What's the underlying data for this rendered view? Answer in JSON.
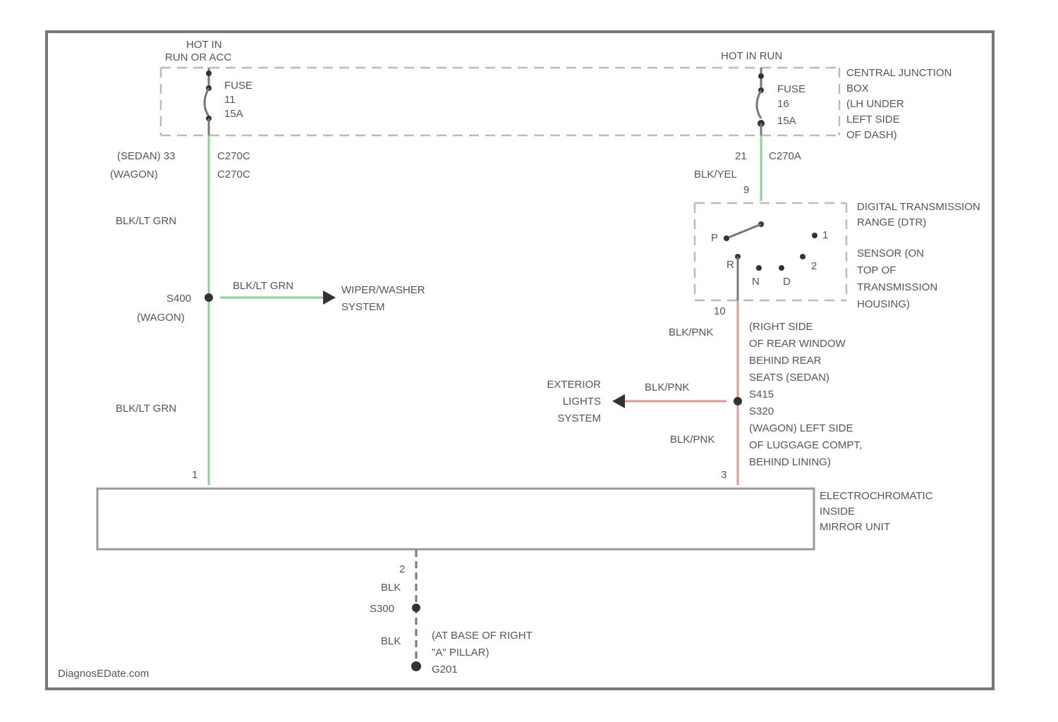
{
  "source_a": {
    "hot_line1": "HOT IN",
    "hot_line2": "RUN OR ACC",
    "fuse_label": "FUSE",
    "fuse_num": "11",
    "fuse_amps": "15A"
  },
  "source_b": {
    "hot_label": "HOT IN RUN",
    "fuse_label": "FUSE",
    "fuse_num": "16",
    "fuse_amps": "15A"
  },
  "junction_box": {
    "line1": "CENTRAL JUNCTION",
    "line2": "BOX",
    "line3": "(LH UNDER",
    "line4": "LEFT SIDE",
    "line5": "OF DASH)"
  },
  "left_branch": {
    "conn_sedan": "(SEDAN) 33",
    "conn_wagon": "(WAGON)",
    "conn_c270c_1": "C270C",
    "conn_c270c_2": "C270C",
    "wire1": "BLK/LT GRN",
    "splice": "S400",
    "splice_note": "(WAGON)",
    "branch_wire": "BLK/LT GRN",
    "branch_target1": "WIPER/WASHER",
    "branch_target2": "SYSTEM",
    "wire2": "BLK/LT GRN",
    "pin": "1"
  },
  "right_branch": {
    "conn_pin": "21",
    "conn_name": "C270A",
    "wire_top": "BLK/YEL",
    "wire_top_pin": "9",
    "sensor1": "DIGITAL TRANSMISSION",
    "sensor2": "RANGE (DTR)",
    "sensor3": "SENSOR (ON",
    "sensor4": "TOP OF",
    "sensor5": "TRANSMISSION",
    "sensor6": "HOUSING)",
    "sw_r": "R",
    "sw_p": "P",
    "sw_n": "N",
    "sw_d": "D",
    "sw_1": "1",
    "sw_2": "2",
    "wire_mid": "BLK/PNK",
    "wire_mid_pin": "10",
    "splice_loc1": "(RIGHT SIDE",
    "splice_loc2": "OF REAR WINDOW",
    "splice_loc3": "BEHIND REAR",
    "splice_loc4": "SEATS (SEDAN)",
    "splice_loc5": "S415",
    "splice_loc6": "S320",
    "splice_loc7": "(WAGON) LEFT SIDE",
    "splice_loc8": "OF LUGGAGE COMPT,",
    "splice_loc9": "BEHIND LINING)",
    "branch_wire": "BLK/PNK",
    "branch_target1": "EXTERIOR",
    "branch_target2": "LIGHTS",
    "branch_target3": "SYSTEM",
    "wire_bottom": "BLK/PNK",
    "pin": "3"
  },
  "mirror": {
    "line1": "ELECTROCHROMATIC",
    "line2": "INSIDE",
    "line3": "MIRROR UNIT"
  },
  "ground": {
    "pin": "2",
    "wire1": "BLK",
    "splice": "S300",
    "wire2": "BLK",
    "loc1": "(AT BASE OF RIGHT",
    "loc2": "\"A\" PILLAR)",
    "ground_id": "G201"
  },
  "watermark": "DiagnosEDate.com",
  "colors": {
    "green_wire": "#8fd18f",
    "pink_wire": "#dc9a9a",
    "frame": "#777777"
  }
}
